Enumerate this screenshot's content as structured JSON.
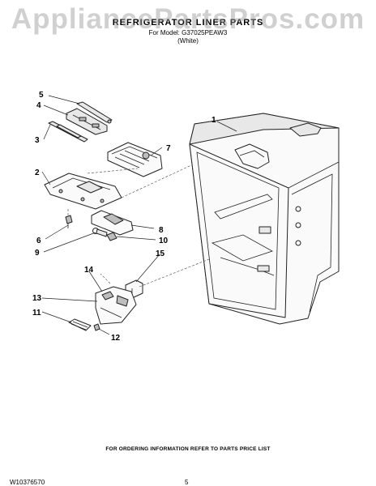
{
  "watermark": "AppliancePartsPros.com",
  "header": {
    "title": "REFRIGERATOR LINER PARTS",
    "model_line": "For Model: G37025PEAW3",
    "color_line": "(White)"
  },
  "callouts": [
    "1",
    "2",
    "3",
    "4",
    "5",
    "6",
    "7",
    "8",
    "9",
    "10",
    "11",
    "12",
    "13",
    "14",
    "15"
  ],
  "footer": {
    "ordering_note": "FOR ORDERING INFORMATION REFER TO PARTS PRICE LIST",
    "doc_number": "W10376570",
    "page_number": "5"
  }
}
